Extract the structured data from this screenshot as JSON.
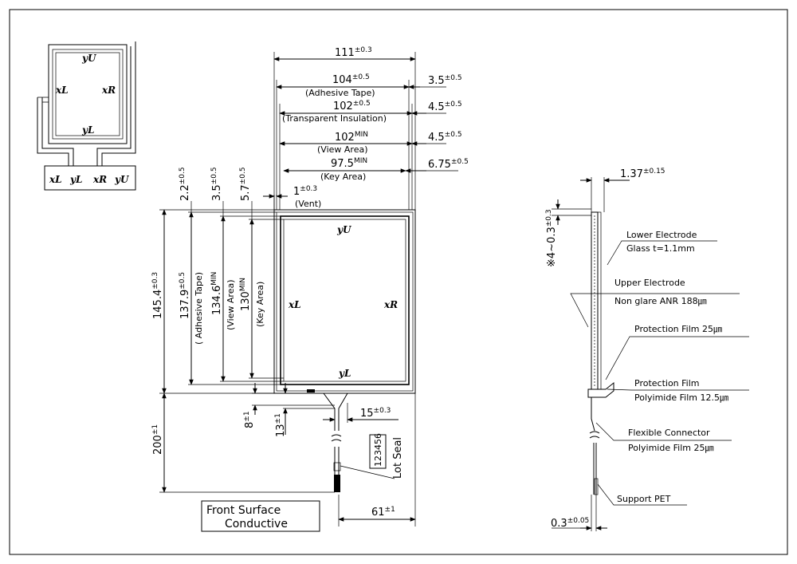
{
  "schematic": {
    "yU": "yU",
    "xL": "xL",
    "xR": "xR",
    "yL": "yL",
    "tail": [
      "xL",
      "yL",
      "xR",
      "yU"
    ]
  },
  "top_dims": [
    {
      "value": "111",
      "tol": "±0.3",
      "label": ""
    },
    {
      "value": "104",
      "tol": "±0.5",
      "label": "(Adhesive Tape)"
    },
    {
      "value": "102",
      "tol": "±0.5",
      "label": "(Transparent Insulation)"
    },
    {
      "value": "102",
      "tol": "MIN",
      "label": "(View Area)"
    },
    {
      "value": "97.5",
      "tol": "MIN",
      "label": "(Key Area)"
    },
    {
      "value": "1",
      "tol": "±0.3",
      "label": "(Vent)"
    }
  ],
  "right_dims": [
    {
      "value": "3.5",
      "tol": "±0.5"
    },
    {
      "value": "4.5",
      "tol": "±0.5"
    },
    {
      "value": "4.5",
      "tol": "±0.5"
    },
    {
      "value": "6.75",
      "tol": "±0.5"
    }
  ],
  "left_dims": [
    {
      "value": "2.2",
      "tol": "±0.5"
    },
    {
      "value": "3.5",
      "tol": "±0.5"
    },
    {
      "value": "5.7",
      "tol": "±0.5"
    }
  ],
  "vertical_dims": [
    {
      "value": "145.4",
      "tol": "±0.3",
      "label": ""
    },
    {
      "value": "137.9",
      "tol": "±0.5",
      "label": "( Adhesive Tape)"
    },
    {
      "value": "134.6",
      "tol": "MIN",
      "label": "(View Area)"
    },
    {
      "value": "130",
      "tol": "MIN",
      "label": "(Key Area)"
    }
  ],
  "panel_labels": {
    "yU": "yU",
    "xL": "xL",
    "xR": "xR",
    "yL": "yL"
  },
  "bottom_dims": [
    {
      "value": "8",
      "tol": "±1"
    },
    {
      "value": "13",
      "tol": "±1"
    },
    {
      "value": "15",
      "tol": "±0.3"
    },
    {
      "value": "200",
      "tol": "±1"
    },
    {
      "value": "61",
      "tol": "±1"
    }
  ],
  "lot": {
    "code": "123456",
    "label": "Lot Seal"
  },
  "front_box": [
    "Front Surface",
    "Conductive"
  ],
  "side": {
    "top": {
      "value": "1.37",
      "tol": "±0.15"
    },
    "left": {
      "value": "※4~0.3",
      "tol": "±0.3"
    },
    "bottom": {
      "value": "0.3",
      "tol": "±0.05"
    },
    "layers": [
      {
        "title": "Lower Electrode",
        "detail": "Glass  t=1.1mm"
      },
      {
        "title": "Upper Electrode",
        "detail": "Non glare ANR  188㎛"
      },
      {
        "title": "Protection Film  25㎛",
        "detail": ""
      },
      {
        "title": "Protection Film",
        "detail": "Polyimide Film 12.5㎛"
      },
      {
        "title": "Flexible Connector",
        "detail": "Polyimide Film 25㎛"
      },
      {
        "title": "Support PET",
        "detail": ""
      }
    ]
  }
}
